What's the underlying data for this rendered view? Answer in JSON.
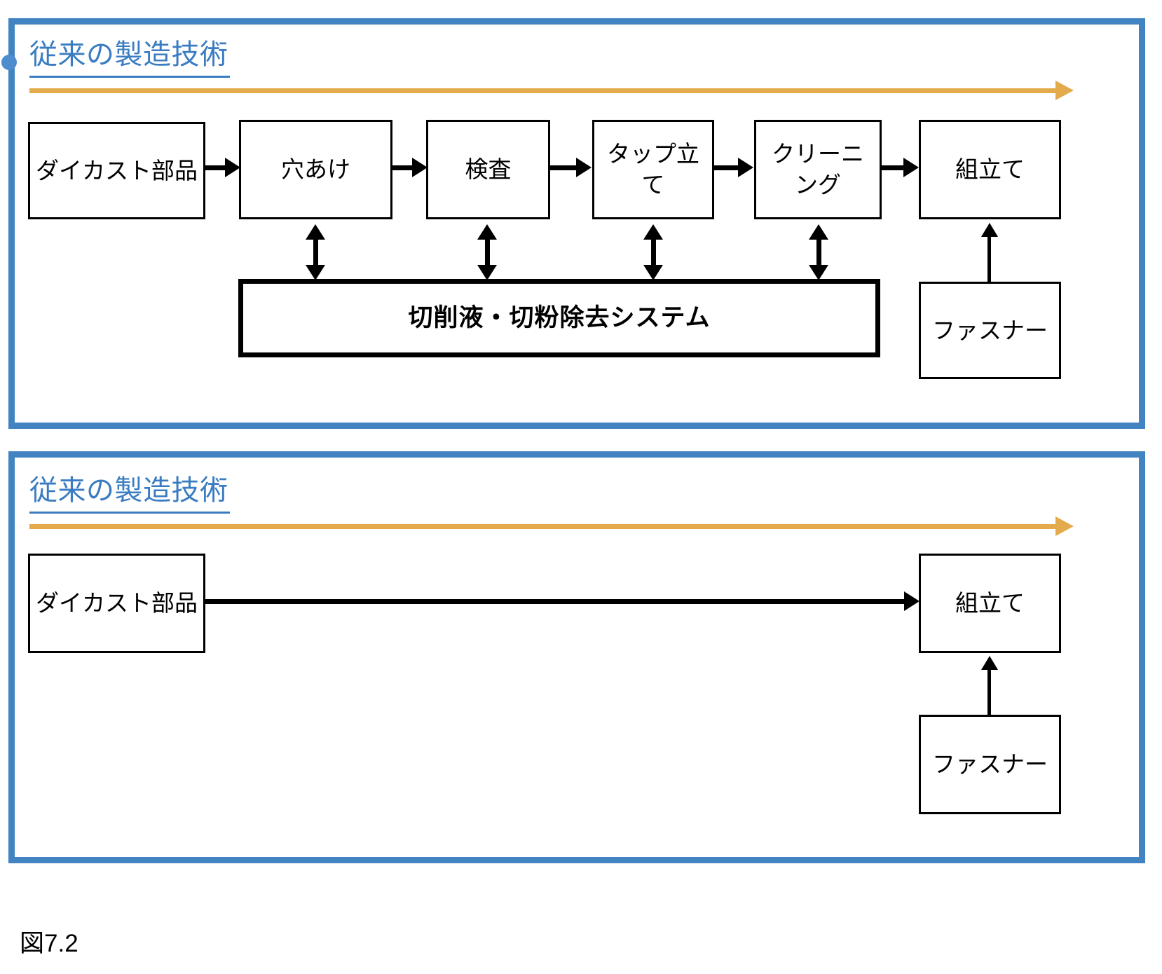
{
  "figure": {
    "caption": "図7.2"
  },
  "panels": [
    {
      "id": "panel-conventional-detailed",
      "title": "従来の製造技術",
      "flow_arrow": "progression-arrow",
      "process_boxes": [
        {
          "name": "die-cast-part",
          "label": "ダイカスト部品"
        },
        {
          "name": "drilling",
          "label": "穴あけ"
        },
        {
          "name": "inspection",
          "label": "検査"
        },
        {
          "name": "tapping",
          "label": "タップ立て"
        },
        {
          "name": "cleaning",
          "label": "クリーニング"
        },
        {
          "name": "assembly",
          "label": "組立て"
        }
      ],
      "support_box": {
        "name": "chip-removal-system",
        "label": "切削液・切粉除去システム"
      },
      "input_box": {
        "name": "fastener",
        "label": "ファスナー"
      }
    },
    {
      "id": "panel-conventional-simplified",
      "title": "従来の製造技術",
      "flow_arrow": "progression-arrow",
      "process_boxes": [
        {
          "name": "die-cast-part",
          "label": "ダイカスト部品"
        },
        {
          "name": "assembly",
          "label": "組立て"
        }
      ],
      "input_box": {
        "name": "fastener",
        "label": "ファスナー"
      }
    }
  ],
  "colors": {
    "panel_border": "#4284c2",
    "title_text": "#3a7cc1",
    "progression_arrow": "#e3ab4b",
    "box_border": "#000000",
    "connector": "#000000"
  }
}
